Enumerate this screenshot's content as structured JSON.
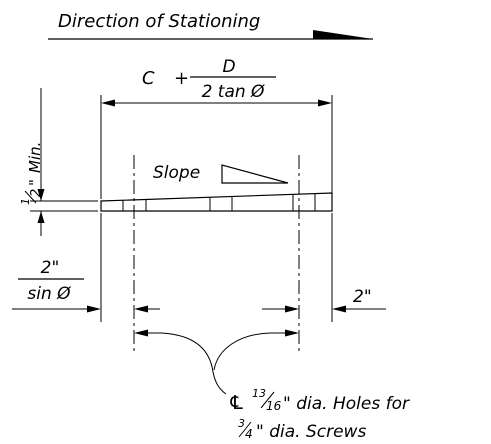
{
  "title": {
    "text": "Direction of Stationing"
  },
  "top_dimension": {
    "c": "C",
    "plus": "+",
    "numerator": "D",
    "denominator": "2  tan  Ø"
  },
  "slope_label": "Slope",
  "min_dimension": {
    "frac_num": "1",
    "frac_den": "2",
    "inch": "\"",
    "min": "Min."
  },
  "left_dimension": {
    "numerator": "2\"",
    "denominator": "sin  Ø"
  },
  "right_dimension": "2\"",
  "note": {
    "cl_symbol": "℄",
    "size_num": "13",
    "size_den": "16",
    "line1_rest": "\" dia. Holes for",
    "screw_num": "3",
    "screw_den": "4",
    "line2_rest": "\" dia.  Screws"
  }
}
